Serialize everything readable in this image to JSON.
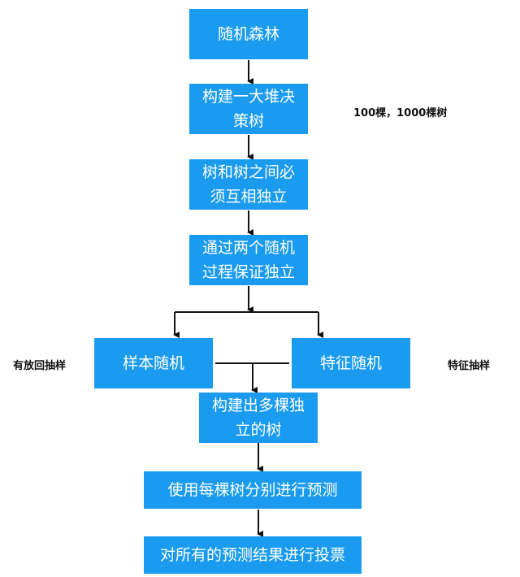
{
  "title": "随机森林",
  "nodes": {
    "random_forest": "随机森林",
    "build_trees": "构建一大堆决\n策树",
    "independent": "树和树之间必\n须互相独立",
    "two_random": "通过两个随机\n过程保证独立",
    "sample_random": "样本随机",
    "feature_random": "特征随机",
    "build_independent": "构建出多棵独\n立的树",
    "predict_each": "使用每棵树分别进行预测",
    "vote": "对所有的预测结果进行投票"
  },
  "annotations": {
    "tree_count": "100棵，1000棵树",
    "sample_note": "有放回抽样",
    "feature_note": "特征抽样"
  },
  "colors": {
    "box_fill": "#1a9bf0",
    "box_text": "#ffffff",
    "arrow": "#111111"
  }
}
